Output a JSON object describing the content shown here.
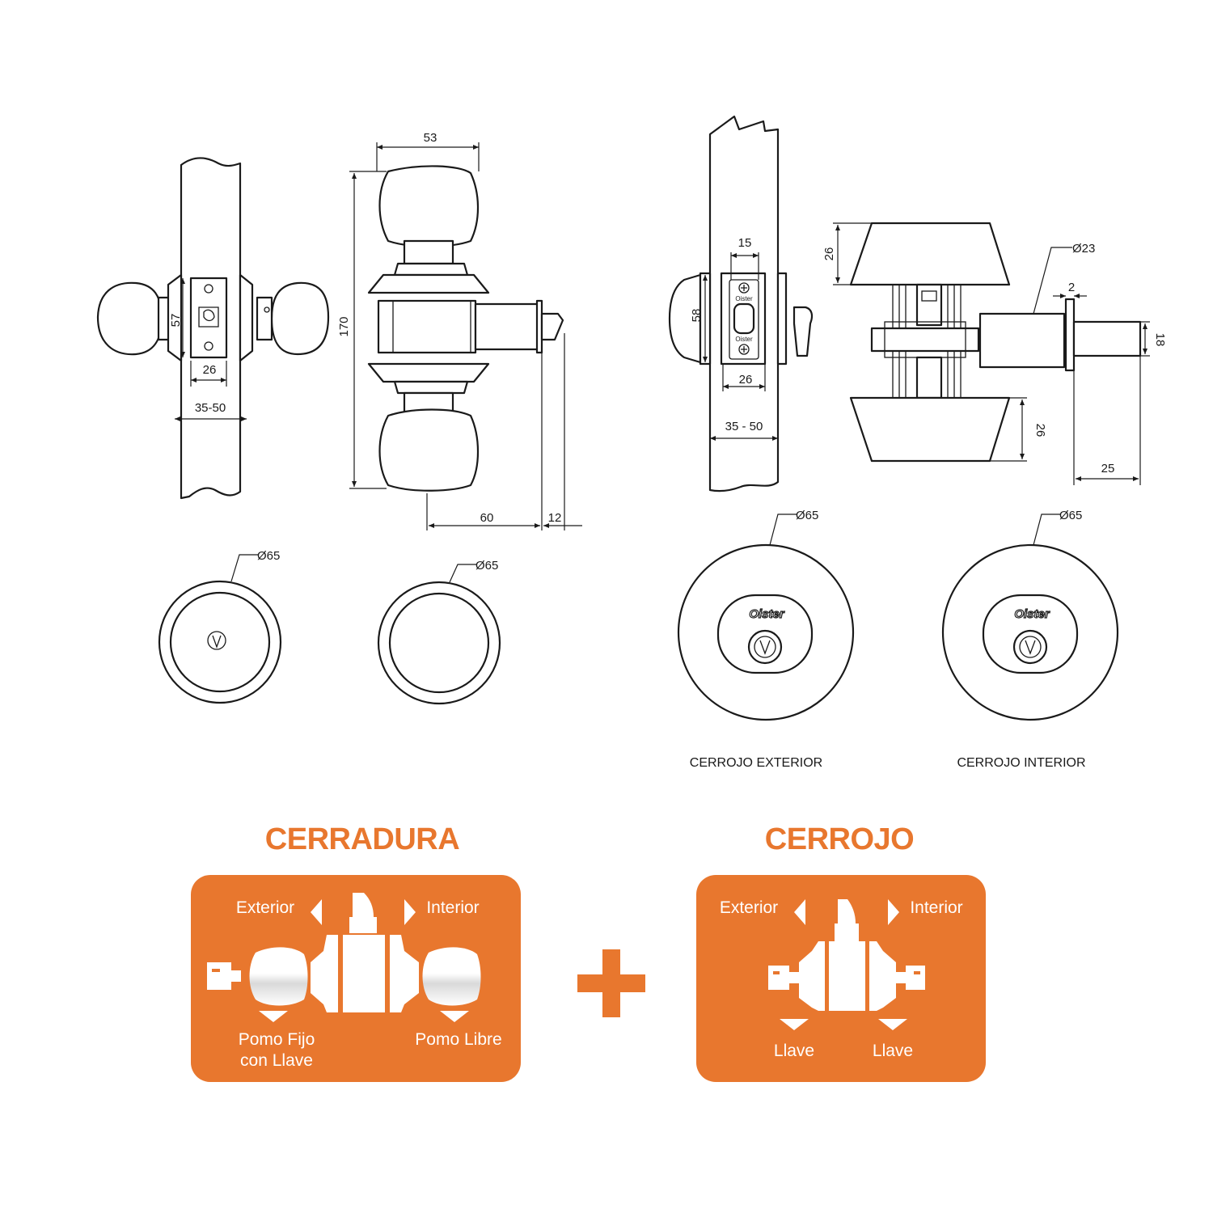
{
  "dimensions": {
    "knob_front_57": "57",
    "knob_front_26": "26",
    "knob_front_door": "35-50",
    "knob_side_53": "53",
    "knob_side_170": "170",
    "knob_side_60": "60",
    "knob_side_12": "12",
    "knob_ext_diam": "Ø65",
    "knob_int_diam": "Ø65",
    "bolt_front_15": "15",
    "bolt_front_58": "58",
    "bolt_front_26": "26",
    "bolt_front_door": "35 - 50",
    "bolt_side_diam": "Ø23",
    "bolt_side_2": "2",
    "bolt_side_26_top": "26",
    "bolt_side_18": "18",
    "bolt_side_26_bottom": "26",
    "bolt_side_25": "25",
    "bolt_ext_diam": "Ø65",
    "bolt_int_diam": "Ø65"
  },
  "brand_mark": "Oister",
  "captions": {
    "bolt_exterior": "CERROJO EXTERIOR",
    "bolt_interior": "CERROJO INTERIOR"
  },
  "cerradura": {
    "title": "CERRADURA",
    "exterior": "Exterior",
    "interior": "Interior",
    "left_label_line1": "Pomo Fijo",
    "left_label_line2": "con Llave",
    "right_label": "Pomo Libre"
  },
  "cerrojo": {
    "title": "CERROJO",
    "exterior": "Exterior",
    "interior": "Interior",
    "left_label": "Llave",
    "right_label": "Llave"
  },
  "plus_symbol": "+",
  "colors": {
    "accent": "#E8772E",
    "line": "#1a1a1a",
    "background": "#ffffff"
  }
}
